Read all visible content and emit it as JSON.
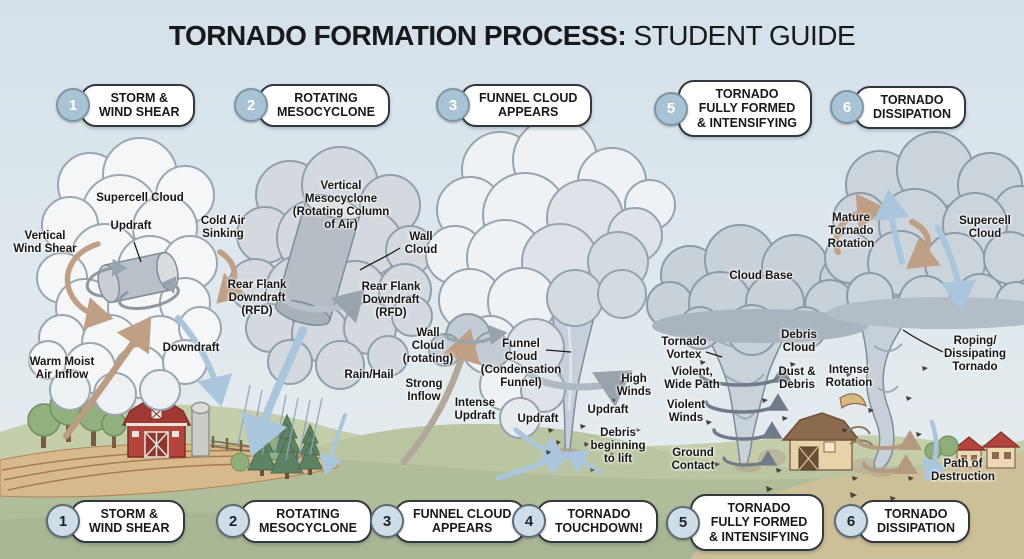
{
  "title": {
    "main": "TORNADO FORMATION PROCESS:",
    "sub": " STUDENT GUIDE"
  },
  "colors": {
    "sky": "#d6e2ea",
    "ground": "#b7c4a1",
    "badge_top_bg": "#a9c3d6",
    "badge_bottom_bg": "#cfdde8",
    "pill_border": "#32383e",
    "arrow_tan": "#bfa085",
    "arrow_blue": "#a9c6dd",
    "barn_red": "#b5443c",
    "text": "#17191b"
  },
  "stages_top": [
    {
      "num": "1",
      "label": "STORM &\nWIND SHEAR"
    },
    {
      "num": "2",
      "label": "ROTATING\nMESOCYCLONE"
    },
    {
      "num": "3",
      "label": "FUNNEL CLOUD\nAPPEARS"
    },
    {
      "num": "5",
      "label": "TORNADO\nFULLY FORMED\n& INTENSIFYING"
    },
    {
      "num": "6",
      "label": "TORNADO\nDISSIPATION"
    }
  ],
  "stages_bottom": [
    {
      "num": "1",
      "label": "STORM &\nWIND SHEAR"
    },
    {
      "num": "2",
      "label": "ROTATING\nMESOCYCLONE"
    },
    {
      "num": "3",
      "label": "FUNNEL CLOUD\nAPPEARS"
    },
    {
      "num": "4",
      "label": "TORNADO\nTOUCHDOWN!"
    },
    {
      "num": "5",
      "label": "TORNADO\nFULLY FORMED\n& INTENSIFYING"
    },
    {
      "num": "6",
      "label": "TORNADO\nDISSIPATION"
    }
  ],
  "annotations": {
    "s1_supercell": "Supercell Cloud",
    "s1_updraft": "Updraft",
    "s1_cold_air": "Cold Air\nSinking",
    "s1_wind_shear": "Vertical\nWind Shear",
    "s1_warm_inflow": "Warm Moist\nAir Inflow",
    "s1_downdraft": "Downdraft",
    "s2_mesocyclone": "Vertical\nMesocyclone\n(Rotating Column\nof Air)",
    "s2_wall_cloud": "Wall\nCloud",
    "s2_rfd_left": "Rear Flank\nDowndraft\n(RFD)",
    "s2_rfd_right": "Rear Flank\nDowndraft\n(RFD)",
    "s2_rain_hail": "Rain/Hail",
    "s3_wall_cloud": "Wall\nCloud\n(rotating)",
    "s3_strong_inflow": "Strong\nInflow",
    "s3_intense_updraft": "Intense\nUpdraft",
    "s4_funnel_cloud": "Funnel\nCloud\n(Condensation\nFunnel)",
    "s4_updraft": "Updraft",
    "s4_high_winds": "High\nWinds",
    "s5_updraft": "Updraft",
    "s5_debris_lift": "Debris\nbeginning\nto lift",
    "s5_cloud_base": "Cloud Base",
    "s5_tornado_vortex": "Tornado\nVortex",
    "s5_violent_wide": "Violent,\nWide Path",
    "s5_violent_winds": "Violent\nWinds",
    "s5_ground_contact": "Ground\nContact",
    "s5_debris_cloud": "Debris\nCloud",
    "s5_dust_debris": "Dust &\nDebris",
    "s6_mature_rotation": "Mature\nTornado\nRotation",
    "s6_supercell": "Supercell\nCloud",
    "s6_roping": "Roping/\nDissipating\nTornado",
    "s6_intense_rotation": "Intense\nRotation",
    "s6_path_destruction": "Path of\nDestruction"
  }
}
